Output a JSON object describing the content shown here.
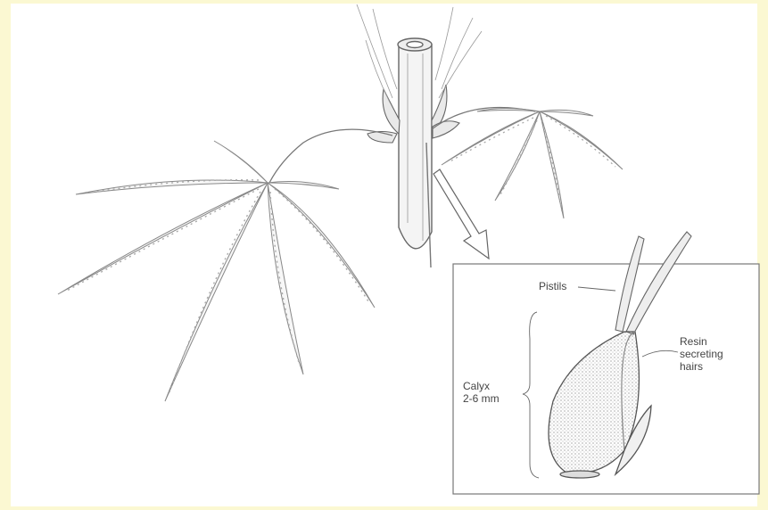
{
  "colors": {
    "background": "#fbf8d2",
    "paper": "#ffffff",
    "ink": "#555555"
  },
  "labels": {
    "pistils": "Pistils",
    "resin_line1": "Resin",
    "resin_line2": "secreting",
    "resin_line3": "hairs",
    "calyx_line1": "Calyx",
    "calyx_line2": "2-6 mm"
  }
}
